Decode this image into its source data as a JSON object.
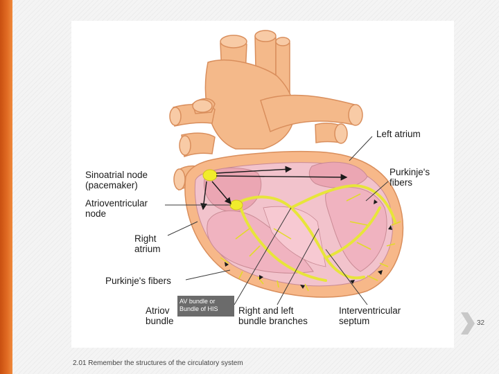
{
  "diagram": {
    "labels": {
      "left_atrium": "Left atrium",
      "purkinje_right": "Purkinje's\nfibers",
      "sa_node": "Sinoatrial node\n(pacemaker)",
      "av_node": "Atrioventricular\nnode",
      "right_atrium": "Right\natrium",
      "purkinje_left": "Purkinje's fibers",
      "av_bundle": "Atriov\nbundle",
      "bundle_branches": "Right and left\nbundle branches",
      "septum": "Interventricular\nseptum"
    },
    "overlay_box": "AV bundle or\nBundle of HIS"
  },
  "slide": {
    "page_number": "32",
    "footer": "2.01 Remember the structures of the circulatory system"
  },
  "colors": {
    "accent": "#e06a22",
    "vessel": "#f4b98a",
    "chamber": "#f2c3cc",
    "conduction": "#e7e53a"
  },
  "icons": {
    "next": "chevron-right-icon"
  }
}
